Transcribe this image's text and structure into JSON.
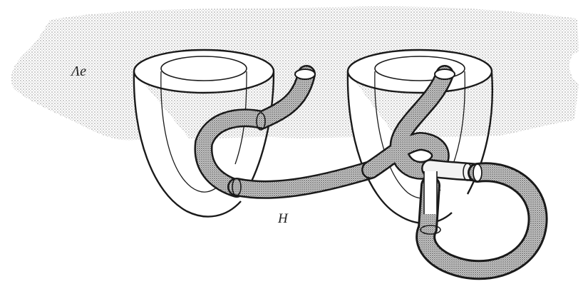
{
  "figure": {
    "labels": {
      "plane": "Λe",
      "handle": "H"
    },
    "colors": {
      "ink": "#1a1a1a",
      "shading": "#bdbdbd",
      "paper": "#ffffff",
      "tube_fill": "#f2f2f2"
    },
    "parts": [
      "shaded-plane",
      "left-cup",
      "right-cup",
      "knotted-tube",
      "handle-tube",
      "loop-tube"
    ]
  }
}
